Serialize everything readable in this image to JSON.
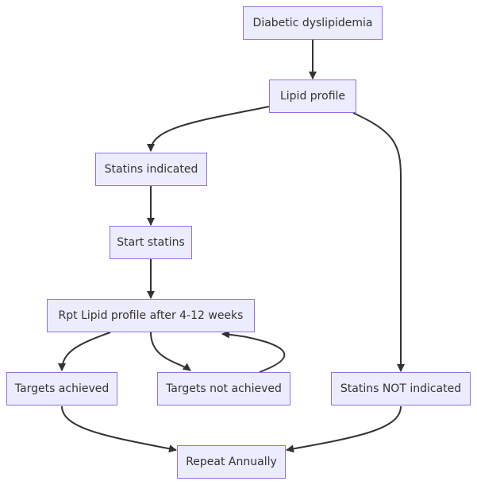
{
  "colors": {
    "node_fill": "#ececff",
    "node_border": "#9370db",
    "edge": "#333333",
    "text": "#333333"
  },
  "nodes": {
    "diabetic_dyslipidemia": "Diabetic dyslipidemia",
    "lipid_profile": "Lipid profile",
    "statins_indicated": "Statins indicated",
    "start_statins": "Start statins",
    "rpt_lipid_profile": "Rpt Lipid profile after 4-12 weeks",
    "targets_achieved": "Targets achieved",
    "targets_not_achieved": "Targets not achieved",
    "statins_not_indicated": "Statins NOT indicated",
    "repeat_annually": "Repeat Annually"
  },
  "edges": [
    {
      "from": "diabetic_dyslipidemia",
      "to": "lipid_profile"
    },
    {
      "from": "lipid_profile",
      "to": "statins_indicated"
    },
    {
      "from": "lipid_profile",
      "to": "statins_not_indicated"
    },
    {
      "from": "statins_indicated",
      "to": "start_statins"
    },
    {
      "from": "start_statins",
      "to": "rpt_lipid_profile"
    },
    {
      "from": "rpt_lipid_profile",
      "to": "targets_achieved"
    },
    {
      "from": "rpt_lipid_profile",
      "to": "targets_not_achieved"
    },
    {
      "from": "targets_not_achieved",
      "to": "rpt_lipid_profile"
    },
    {
      "from": "targets_achieved",
      "to": "repeat_annually"
    },
    {
      "from": "statins_not_indicated",
      "to": "repeat_annually"
    }
  ]
}
